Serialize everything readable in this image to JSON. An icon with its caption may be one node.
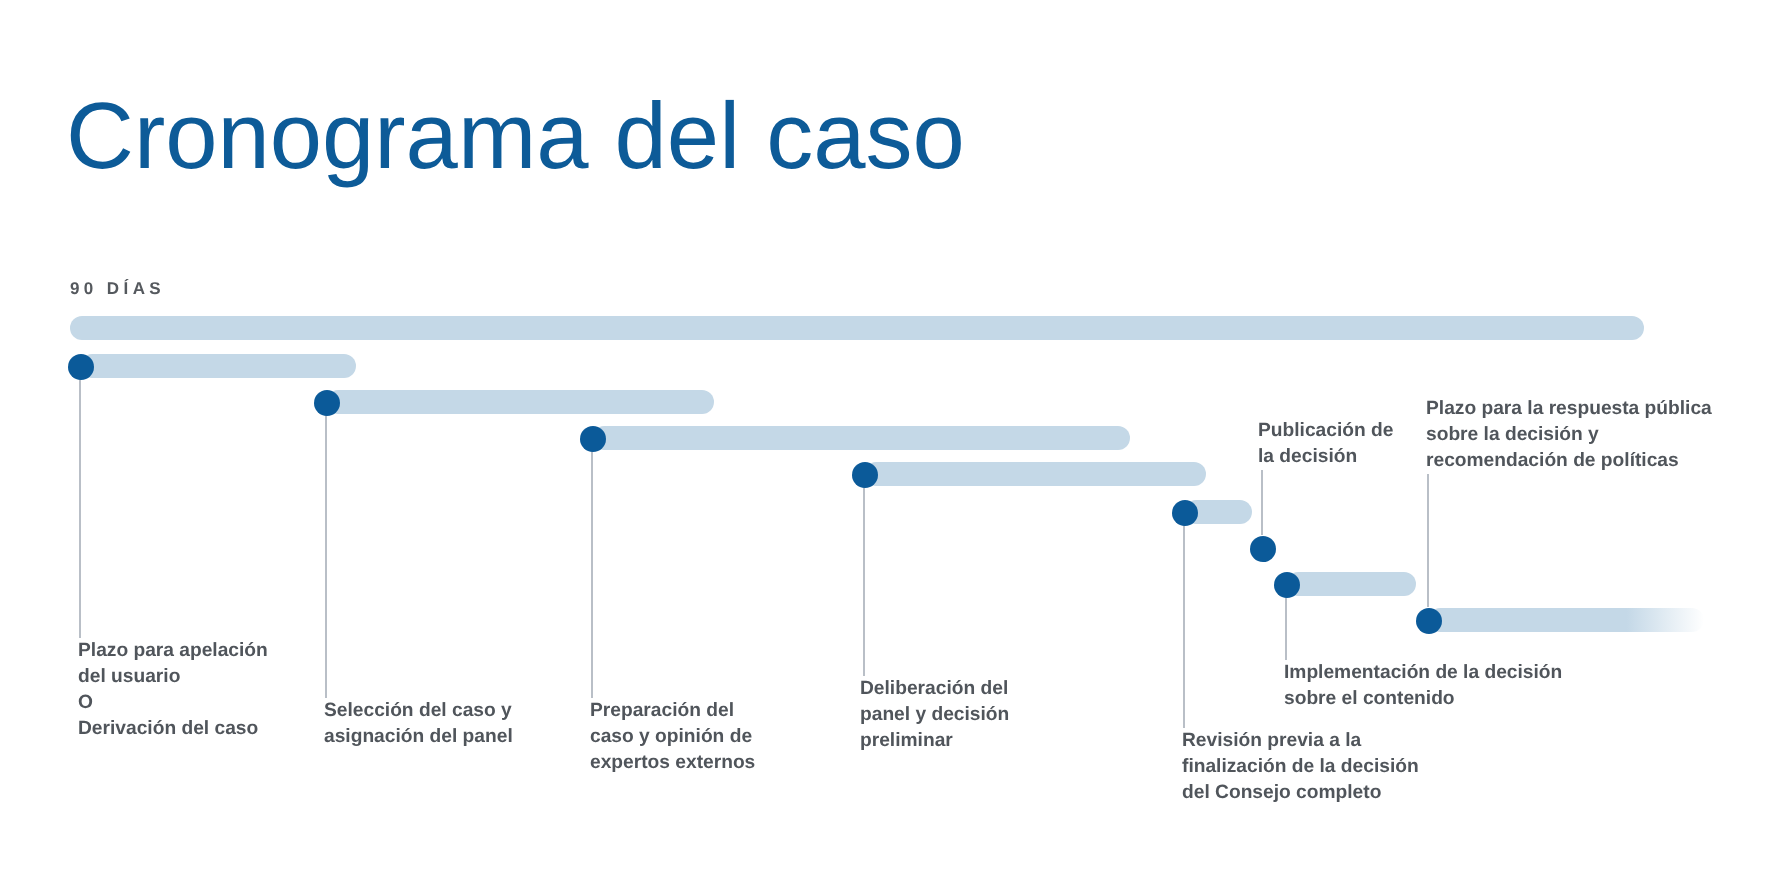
{
  "diagram": {
    "title": "Cronograma del caso",
    "nodes": [
      {
        "text": [
          "Plazo para apelación del usuario",
          "O",
          "Derivación del caso"
        ]
      },
      {
        "text": [
          "Selección del caso y asignación del panel"
        ]
      },
      {
        "text": [
          "Preparación del caso y opinión de expertos externos"
        ]
      },
      {
        "text": [
          "Deliberación del panel y decisión preliminar"
        ]
      },
      {
        "text": [
          "Revisión previa a la finalización de la decisión del Consejo completo"
        ]
      },
      {
        "text": [
          "Publicación de la decisión"
        ]
      },
      {
        "text": [
          "Implementación de la decisión sobre el contenido"
        ]
      },
      {
        "text": [
          "Plazo para la respuesta pública sobre la decisión y recomendación de políticas"
        ]
      },
      {
        "text": [],
        "shape": "circle"
      },
      {
        "text": [],
        "shape": "circle"
      },
      {
        "text": [],
        "shape": "circle"
      },
      {
        "text": [],
        "shape": "circle"
      },
      {
        "text": [],
        "shape": "circle"
      },
      {
        "text": [],
        "shape": "circle"
      },
      {
        "text": [],
        "shape": "circle"
      },
      {
        "text": [],
        "shape": "circle"
      }
    ],
    "edges": [
      {
        "from": 0,
        "to": 8,
        "arrow": "none"
      },
      {
        "from": 1,
        "to": 9,
        "arrow": "none"
      },
      {
        "from": 2,
        "to": 10,
        "arrow": "none"
      },
      {
        "from": 3,
        "to": 11,
        "arrow": "none"
      },
      {
        "from": 4,
        "to": 12,
        "arrow": "none"
      },
      {
        "from": 5,
        "to": 13,
        "arrow": "none"
      },
      {
        "from": 6,
        "to": 14,
        "arrow": "none"
      },
      {
        "from": 7,
        "to": 15,
        "arrow": "none"
      }
    ],
    "labels": [
      "90 DÍAS"
    ]
  }
}
